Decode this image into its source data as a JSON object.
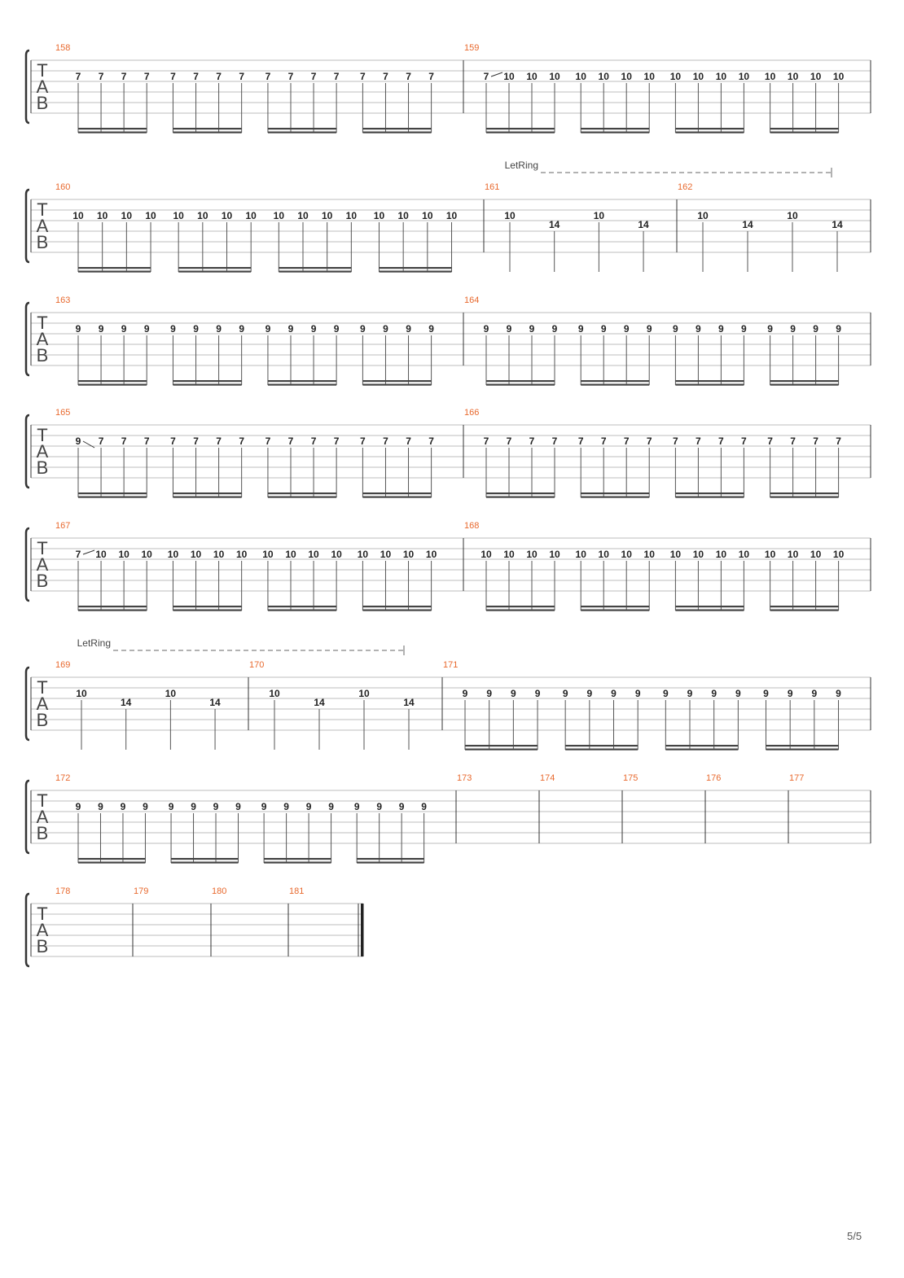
{
  "document": {
    "page_number": "5/5",
    "colors": {
      "measure_number": "#e8692e",
      "staff_line": "#bdbdbd",
      "notation": "#222222"
    },
    "clef_letters": [
      "T",
      "A",
      "B"
    ],
    "let_ring_label": "LetRing",
    "systems": [
      {
        "let_ring": false,
        "measures": [
          {
            "number": "158",
            "kind": "sixteenths",
            "frets": [
              "7",
              "7",
              "7",
              "7",
              "7",
              "7",
              "7",
              "7",
              "7",
              "7",
              "7",
              "7",
              "7",
              "7",
              "7",
              "7"
            ]
          },
          {
            "number": "159",
            "kind": "sixteenths",
            "slide_from": "7",
            "frets": [
              "10",
              "10",
              "10",
              "10",
              "10",
              "10",
              "10",
              "10",
              "10",
              "10",
              "10",
              "10",
              "10",
              "10",
              "10"
            ]
          }
        ]
      },
      {
        "let_ring": true,
        "measures": [
          {
            "number": "160",
            "kind": "sixteenths",
            "frets": [
              "10",
              "10",
              "10",
              "10",
              "10",
              "10",
              "10",
              "10",
              "10",
              "10",
              "10",
              "10",
              "10",
              "10",
              "10",
              "10"
            ]
          },
          {
            "number": "161",
            "kind": "quarters",
            "frets": [
              "10",
              "14",
              "10",
              "14"
            ]
          },
          {
            "number": "162",
            "kind": "quarters",
            "frets": [
              "10",
              "14",
              "10",
              "14"
            ]
          }
        ]
      },
      {
        "let_ring": false,
        "measures": [
          {
            "number": "163",
            "kind": "sixteenths",
            "frets": [
              "9",
              "9",
              "9",
              "9",
              "9",
              "9",
              "9",
              "9",
              "9",
              "9",
              "9",
              "9",
              "9",
              "9",
              "9",
              "9"
            ]
          },
          {
            "number": "164",
            "kind": "sixteenths",
            "frets": [
              "9",
              "9",
              "9",
              "9",
              "9",
              "9",
              "9",
              "9",
              "9",
              "9",
              "9",
              "9",
              "9",
              "9",
              "9",
              "9"
            ]
          }
        ]
      },
      {
        "let_ring": false,
        "measures": [
          {
            "number": "165",
            "kind": "sixteenths",
            "slide_from": "9",
            "frets": [
              "7",
              "7",
              "7",
              "7",
              "7",
              "7",
              "7",
              "7",
              "7",
              "7",
              "7",
              "7",
              "7",
              "7",
              "7"
            ]
          },
          {
            "number": "166",
            "kind": "sixteenths",
            "frets": [
              "7",
              "7",
              "7",
              "7",
              "7",
              "7",
              "7",
              "7",
              "7",
              "7",
              "7",
              "7",
              "7",
              "7",
              "7",
              "7"
            ]
          }
        ]
      },
      {
        "let_ring": false,
        "measures": [
          {
            "number": "167",
            "kind": "sixteenths",
            "slide_from": "7",
            "frets": [
              "10",
              "10",
              "10",
              "10",
              "10",
              "10",
              "10",
              "10",
              "10",
              "10",
              "10",
              "10",
              "10",
              "10",
              "10"
            ]
          },
          {
            "number": "168",
            "kind": "sixteenths",
            "frets": [
              "10",
              "10",
              "10",
              "10",
              "10",
              "10",
              "10",
              "10",
              "10",
              "10",
              "10",
              "10",
              "10",
              "10",
              "10",
              "10"
            ]
          }
        ]
      },
      {
        "let_ring": true,
        "measures": [
          {
            "number": "169",
            "kind": "quarters",
            "frets": [
              "10",
              "14",
              "10",
              "14"
            ]
          },
          {
            "number": "170",
            "kind": "quarters",
            "frets": [
              "10",
              "14",
              "10",
              "14"
            ]
          },
          {
            "number": "171",
            "kind": "sixteenths",
            "frets": [
              "9",
              "9",
              "9",
              "9",
              "9",
              "9",
              "9",
              "9",
              "9",
              "9",
              "9",
              "9",
              "9",
              "9",
              "9",
              "9"
            ]
          }
        ]
      },
      {
        "let_ring": false,
        "measures": [
          {
            "number": "172",
            "kind": "sixteenths",
            "frets": [
              "9",
              "9",
              "9",
              "9",
              "9",
              "9",
              "9",
              "9",
              "9",
              "9",
              "9",
              "9",
              "9",
              "9",
              "9",
              "9"
            ]
          },
          {
            "number": "173",
            "kind": "rest"
          },
          {
            "number": "174",
            "kind": "rest"
          },
          {
            "number": "175",
            "kind": "rest"
          },
          {
            "number": "176",
            "kind": "rest"
          },
          {
            "number": "177",
            "kind": "rest"
          }
        ]
      },
      {
        "let_ring": false,
        "final": true,
        "measures": [
          {
            "number": "178",
            "kind": "rest"
          },
          {
            "number": "179",
            "kind": "rest"
          },
          {
            "number": "180",
            "kind": "rest"
          },
          {
            "number": "181",
            "kind": "rest"
          }
        ]
      }
    ]
  }
}
